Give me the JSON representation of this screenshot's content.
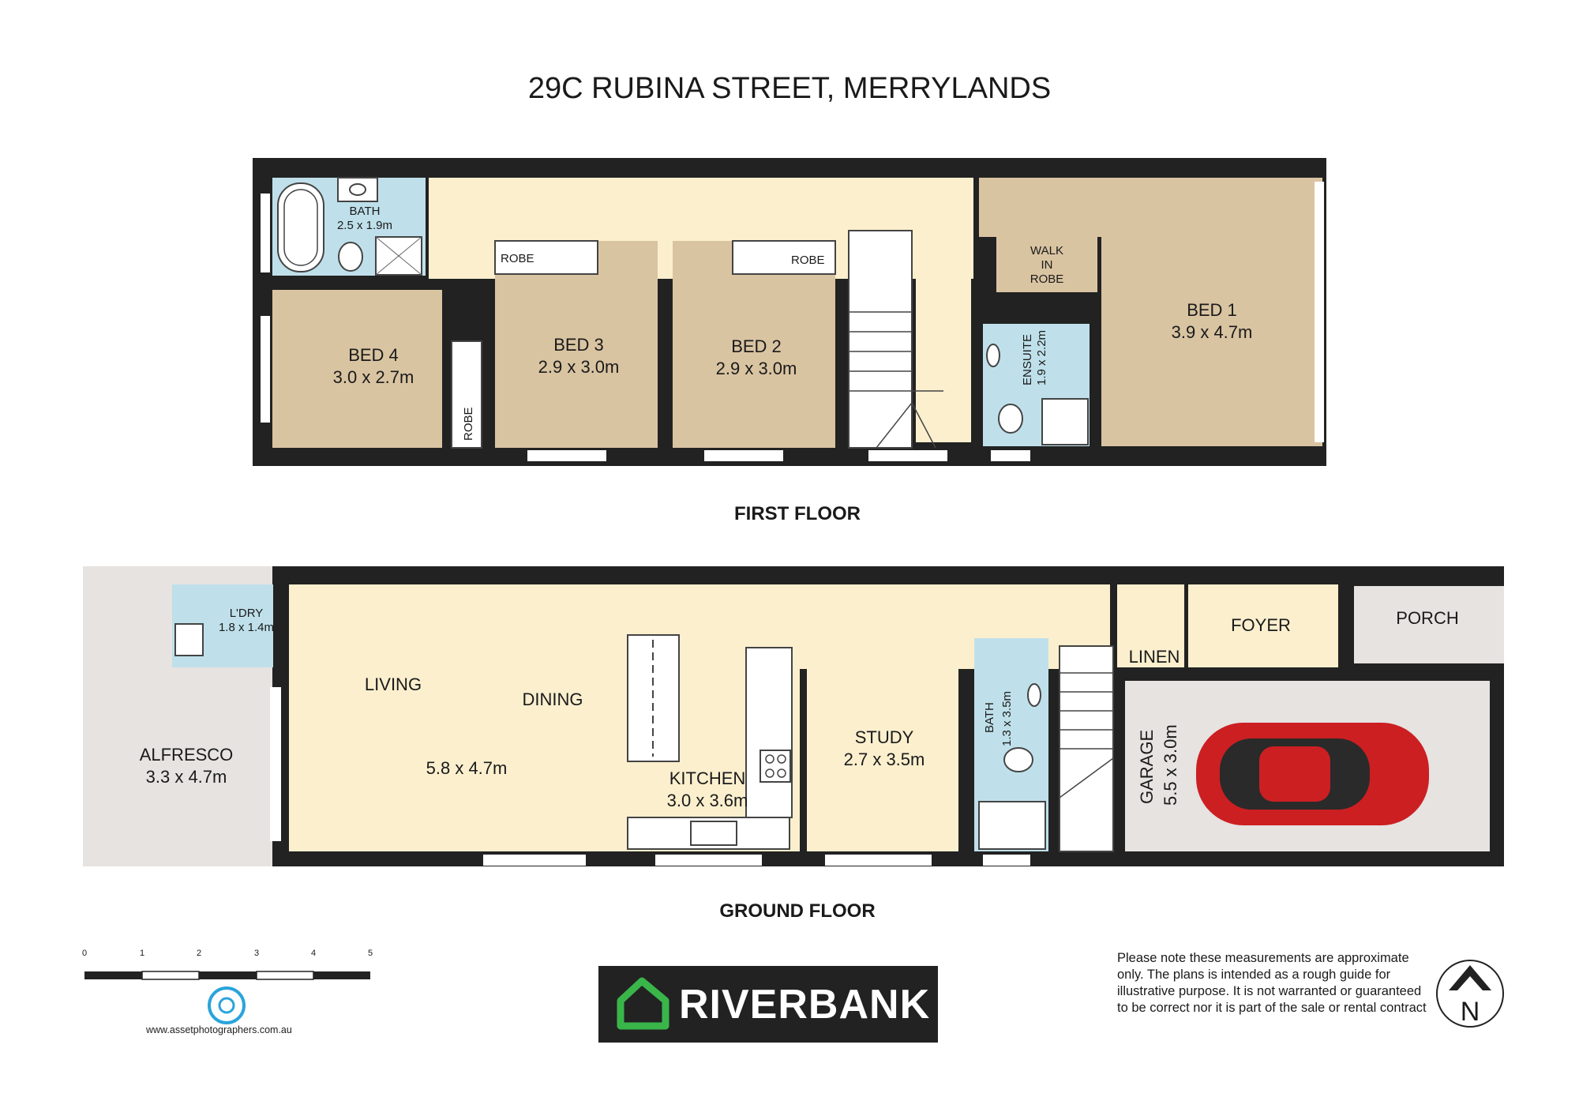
{
  "title": "29C RUBINA STREET, MERRYLANDS",
  "first_floor": {
    "label": "FIRST FLOOR",
    "rooms": {
      "bath": {
        "name": "BATH",
        "size": "2.5 x 1.9m"
      },
      "bed4": {
        "name": "BED 4",
        "size": "3.0 x 2.7m"
      },
      "bed3": {
        "name": "BED 3",
        "size": "2.9 x 3.0m"
      },
      "bed2": {
        "name": "BED 2",
        "size": "2.9 x 3.0m"
      },
      "bed1": {
        "name": "BED 1",
        "size": "3.9 x 4.7m"
      },
      "ensuite": {
        "name": "ENSUITE",
        "size": "1.9 x 2.2m"
      },
      "walk_in_robe": [
        "WALK",
        "IN",
        "ROBE"
      ],
      "robe": "ROBE"
    }
  },
  "ground_floor": {
    "label": "GROUND FLOOR",
    "rooms": {
      "laundry": {
        "name": "L'DRY",
        "size": "1.8 x 1.4m"
      },
      "alfresco": {
        "name": "ALFRESCO",
        "size": "3.3 x 4.7m"
      },
      "living": {
        "name": "LIVING"
      },
      "dining": {
        "name": "DINING"
      },
      "living_size": "5.8 x 4.7m",
      "kitchen": {
        "name": "KITCHEN",
        "size": "3.0 x 3.6m"
      },
      "study": {
        "name": "STUDY",
        "size": "2.7 x 3.5m"
      },
      "bath": {
        "name": "BATH",
        "size": "1.3 x 3.5m"
      },
      "linen": "LINEN",
      "foyer": "FOYER",
      "porch": "PORCH",
      "garage": {
        "name": "GARAGE",
        "size": "5.5 x 3.0m"
      }
    }
  },
  "scale_bar": {
    "ticks": [
      "0",
      "1",
      "2",
      "3",
      "4",
      "5"
    ]
  },
  "credit": "www.assetphotographers.com.au",
  "brand": "RIVERBANK",
  "disclaimer": "Please note these measurements are approximate only. The plans is intended as a rough guide for illustrative purpose. It is not warranted or guaranteed to be correct nor it is part of the sale or rental contract",
  "north": "N",
  "colors": {
    "wall": "#222222",
    "bedroom": "#d9c4a2",
    "living": "#fbefce",
    "wet": "#bfe0ea",
    "outdoor": "#e6e3e1",
    "car": "#cc1f22"
  }
}
